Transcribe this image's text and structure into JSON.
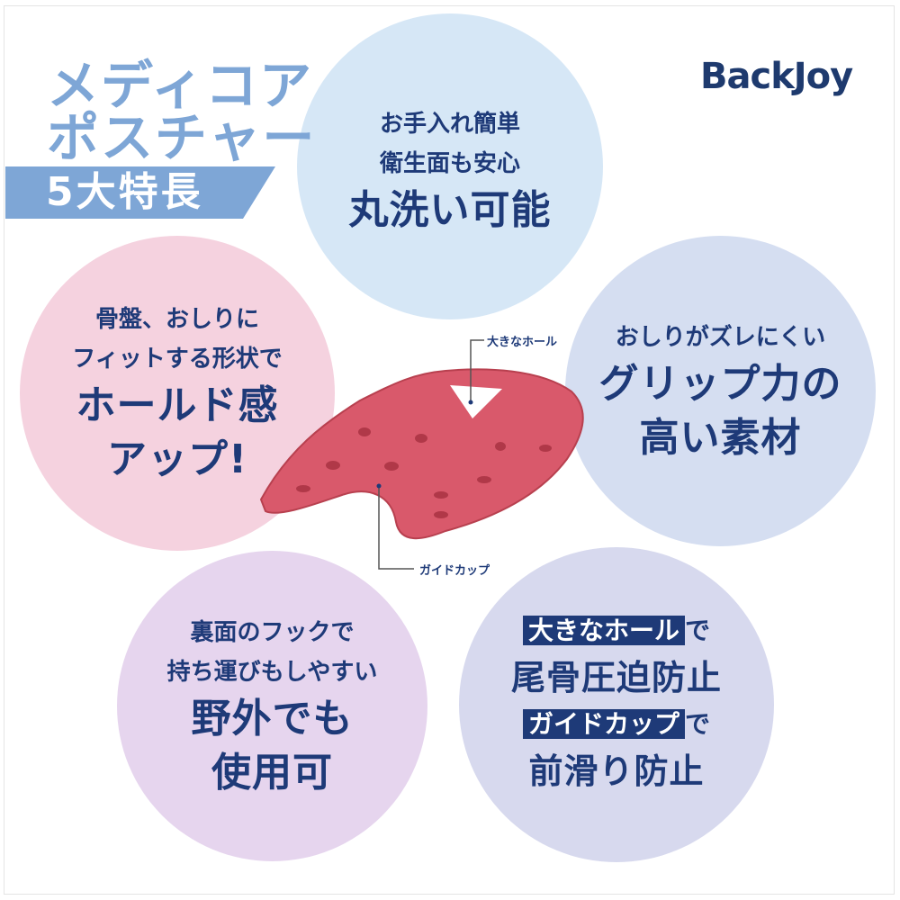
{
  "title": {
    "line1": "メディコア",
    "line2": "ポスチャー",
    "banner": "5大特長"
  },
  "brand": {
    "logo": "BackJoy"
  },
  "features": [
    {
      "sub1": "お手入れ簡単",
      "sub2": "衛生面も安心",
      "main1": "丸洗い可能"
    },
    {
      "sub1": "骨盤、おしりに",
      "sub2": "フィットする形状で",
      "main1": "ホールド感",
      "main2": "アップ!"
    },
    {
      "sub1": "おしりがズレにくい",
      "main1": "グリップ力の",
      "main2": "高い素材"
    },
    {
      "sub1": "裏面のフックで",
      "sub2": "持ち運びもしやすい",
      "main1": "野外でも",
      "main2": "使用可"
    },
    {
      "hl1": "大きなホール",
      "suffix1": "で",
      "main1": "尾骨圧迫防止",
      "hl2": "ガイドカップ",
      "suffix2": "で",
      "main2": "前滑り防止"
    }
  ],
  "callouts": {
    "hole": "大きなホール",
    "guide_cup": "ガイドカップ"
  },
  "colors": {
    "navy": "#1e3a78",
    "title_blue": "#7ea6d6",
    "seat": "#d9596b"
  }
}
